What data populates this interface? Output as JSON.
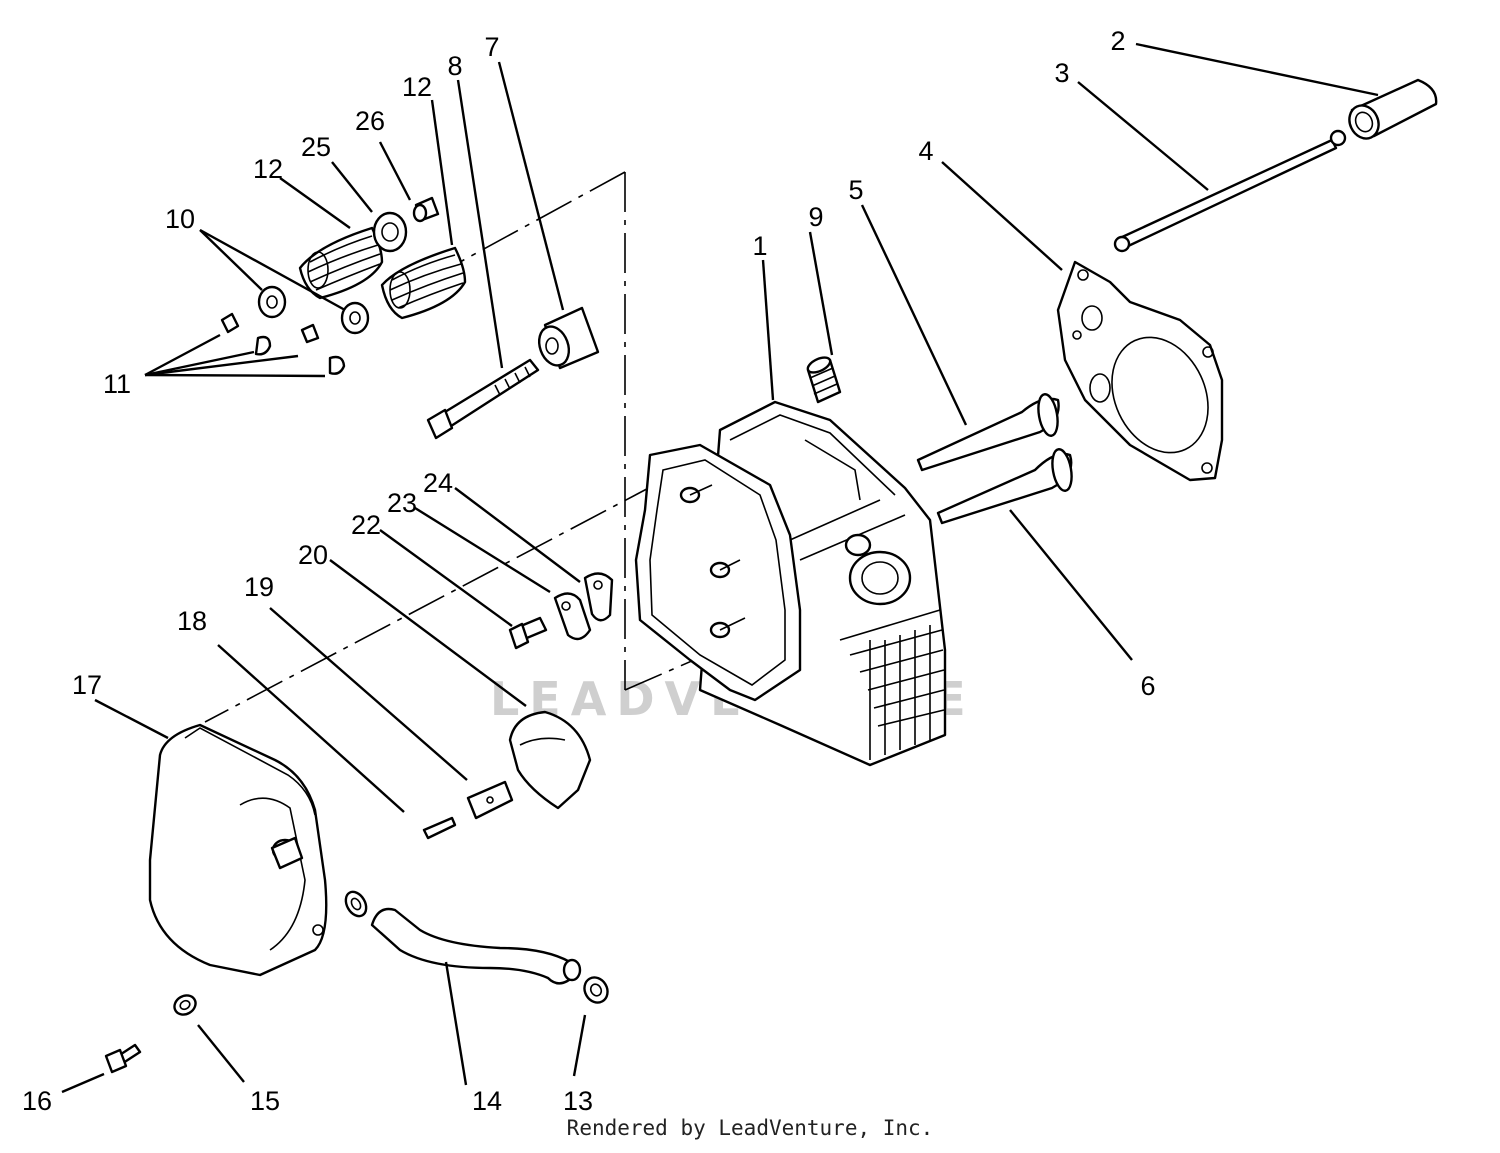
{
  "callouts": [
    {
      "id": "c1",
      "text": "1"
    },
    {
      "id": "c2",
      "text": "2"
    },
    {
      "id": "c3",
      "text": "3"
    },
    {
      "id": "c4",
      "text": "4"
    },
    {
      "id": "c5",
      "text": "5"
    },
    {
      "id": "c6",
      "text": "6"
    },
    {
      "id": "c7",
      "text": "7"
    },
    {
      "id": "c8",
      "text": "8"
    },
    {
      "id": "c9",
      "text": "9"
    },
    {
      "id": "c10",
      "text": "10"
    },
    {
      "id": "c11",
      "text": "11"
    },
    {
      "id": "c12a",
      "text": "12"
    },
    {
      "id": "c12b",
      "text": "12"
    },
    {
      "id": "c13",
      "text": "13"
    },
    {
      "id": "c14",
      "text": "14"
    },
    {
      "id": "c15",
      "text": "15"
    },
    {
      "id": "c16",
      "text": "16"
    },
    {
      "id": "c17",
      "text": "17"
    },
    {
      "id": "c18",
      "text": "18"
    },
    {
      "id": "c19",
      "text": "19"
    },
    {
      "id": "c20",
      "text": "20"
    },
    {
      "id": "c22",
      "text": "22"
    },
    {
      "id": "c23",
      "text": "23"
    },
    {
      "id": "c24",
      "text": "24"
    },
    {
      "id": "c25",
      "text": "25"
    },
    {
      "id": "c26",
      "text": "26"
    }
  ],
  "watermark": "LEADVENTURE",
  "footer": "Rendered by LeadVenture, Inc."
}
